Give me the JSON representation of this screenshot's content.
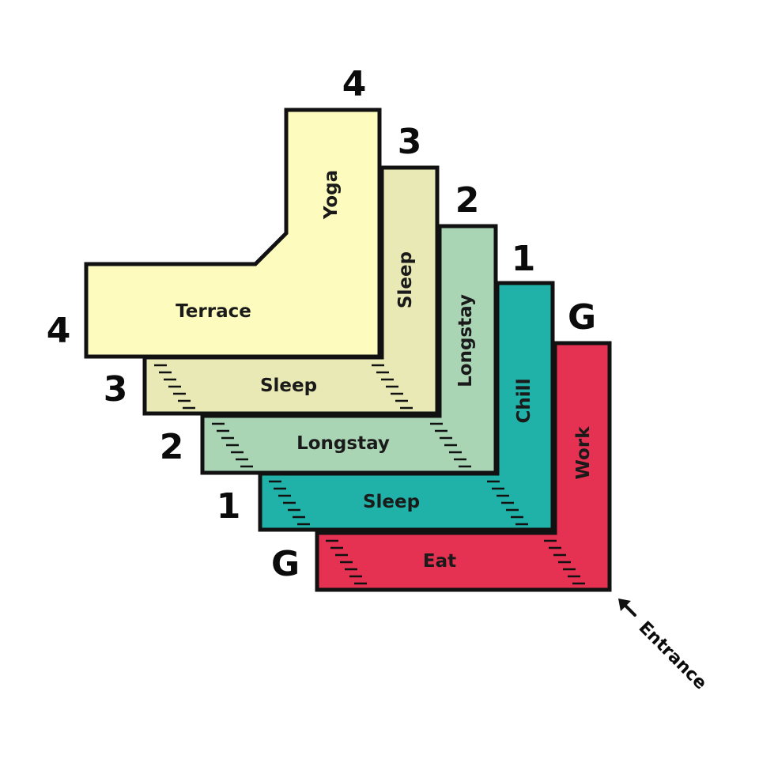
{
  "colors": {
    "floor_4": "#FDFCBE",
    "floor_3": "#E9E9B5",
    "floor_2": "#A9D5B5",
    "floor_1": "#20B2A8",
    "floor_g": "#E53152",
    "outline": "#111111"
  },
  "floors": [
    {
      "level": "G",
      "label_left": "G",
      "label_top": "G",
      "rooms": {
        "horizontal": "Eat",
        "vertical": "Work"
      }
    },
    {
      "level": "1",
      "label_left": "1",
      "label_top": "1",
      "rooms": {
        "horizontal": "Sleep",
        "vertical": "Chill"
      }
    },
    {
      "level": "2",
      "label_left": "2",
      "label_top": "2",
      "rooms": {
        "horizontal": "Longstay",
        "vertical": "Longstay"
      }
    },
    {
      "level": "3",
      "label_left": "3",
      "label_top": "3",
      "rooms": {
        "horizontal": "Sleep",
        "vertical": "Sleep"
      }
    },
    {
      "level": "4",
      "label_left": "4",
      "label_top": "4",
      "rooms": {
        "horizontal": "Terrace",
        "vertical": "Yoga"
      }
    }
  ],
  "entrance": {
    "label": "Entrance",
    "icon": "arrow-up-left-icon"
  }
}
